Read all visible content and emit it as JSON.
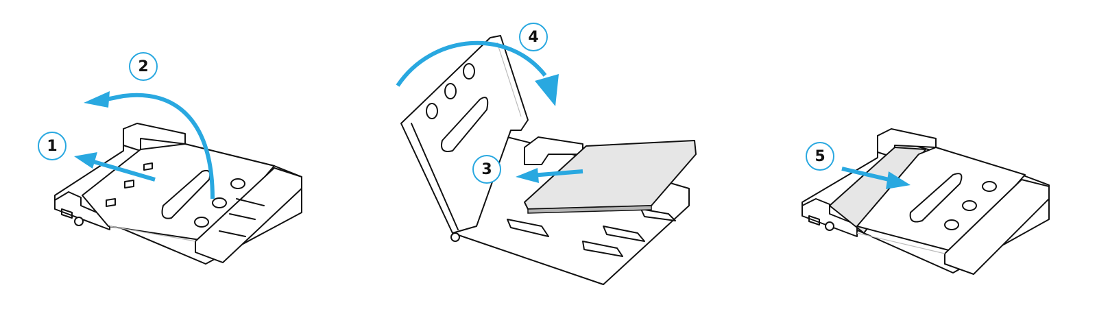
{
  "diagram": {
    "subject": "SIM card holder insertion procedure",
    "accent_color": "#29a8e0",
    "card_color": "#e6e6e6",
    "panels": [
      {
        "name": "holder-closed-unlock",
        "steps": [
          {
            "number": "1",
            "action": "slide-cover-back"
          },
          {
            "number": "2",
            "action": "flip-cover-open"
          }
        ]
      },
      {
        "name": "holder-open-insert",
        "steps": [
          {
            "number": "3",
            "action": "insert-card"
          },
          {
            "number": "4",
            "action": "close-cover"
          }
        ]
      },
      {
        "name": "holder-closed-lock",
        "steps": [
          {
            "number": "5",
            "action": "slide-cover-forward-to-lock"
          }
        ]
      }
    ]
  }
}
